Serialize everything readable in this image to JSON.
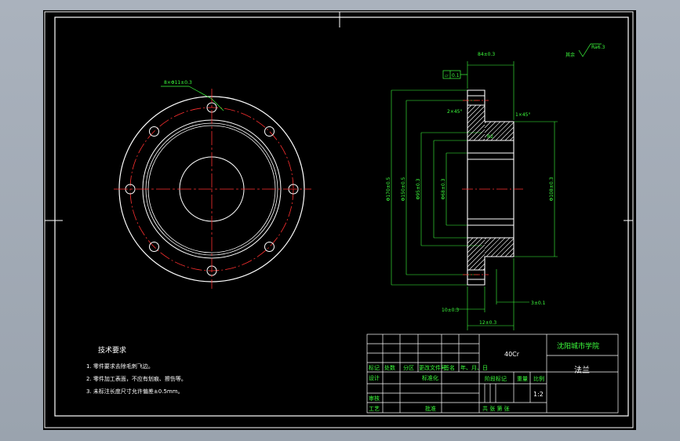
{
  "drawing": {
    "material": "40Cr",
    "school": "沈阳城市学院",
    "part_name": "法兰",
    "scale": "1:2",
    "colors": {
      "background": "#000000",
      "outline": "#ffffff",
      "dimension": "#3dff3d",
      "centerline": "#ff3030",
      "frame_outer": "#aab2bd"
    }
  },
  "notes": {
    "title": "技术要求",
    "items": [
      "1. 零件要求去除毛刺飞边。",
      "2. 零件加工表面，不应有划痕、擦伤等。",
      "3. 未标注长度尺寸允许偏差±0.5mm。"
    ]
  },
  "dimensions": {
    "holes": "8×Φ11±0.3",
    "total_length": "84±0.3",
    "flatness": "0.1",
    "chamfer_top": "2×45°",
    "chamfer_right": "1×45°",
    "radius": "R2",
    "dia_outer": "Φ170±0.5",
    "dia_bolt_circle": "Φ150±0.5",
    "dia_3": "Φ95±0.3",
    "dia_4": "Φ68±0.3",
    "dia_hub": "Φ108±0.3",
    "flange_thk": "10±0.3",
    "step": "3±0.1",
    "hub_len": "12±0.3",
    "roughness": "Ra6.3",
    "roughness_other": "其余"
  },
  "title_block": {
    "headers": [
      "标记",
      "处数",
      "分区",
      "更改文件号",
      "签名",
      "年、月、日"
    ],
    "rows": [
      "设计",
      "审核",
      "工艺",
      "标准化",
      "批准"
    ],
    "stage_label": "阶段标记",
    "weight_label": "重量",
    "scale_label": "比例",
    "sheets_label": "共 张 第 张"
  }
}
